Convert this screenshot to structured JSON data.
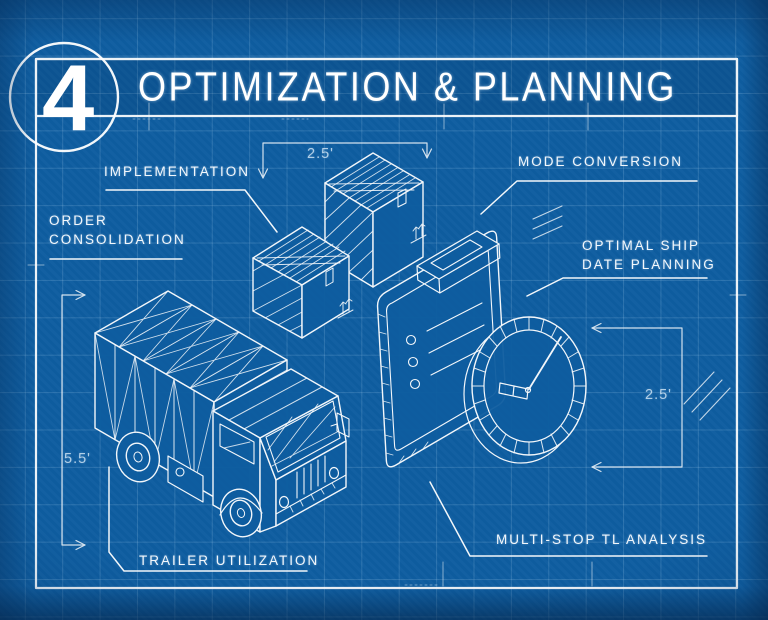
{
  "palette": {
    "background": "#0E5DA0",
    "line_art": "#FFFFFF",
    "grid_line": "#ABD1EE",
    "vignette": "#05305F"
  },
  "header": {
    "figure_number": "4",
    "title": "OPTIMIZATION & PLANNING"
  },
  "callouts": {
    "implementation": {
      "label": "IMPLEMENTATION"
    },
    "order_consolidation": {
      "line1": "ORDER",
      "line2": "CONSOLIDATION"
    },
    "mode_conversion": {
      "label": "MODE CONVERSION"
    },
    "optimal_ship_date": {
      "line1": "OPTIMAL SHIP",
      "line2": "DATE PLANNING"
    },
    "trailer_utilization": {
      "label": "TRAILER UTILIZATION"
    },
    "multi_stop_tl": {
      "label": "MULTI-STOP TL ANALYSIS"
    }
  },
  "dimensions": {
    "boxes_width": "2.5'",
    "planner_width": "2.5'",
    "trailer_height": "5.5'"
  },
  "figures": [
    "cargo-truck",
    "shipping-boxes",
    "clipboard-checklist",
    "stopwatch"
  ]
}
